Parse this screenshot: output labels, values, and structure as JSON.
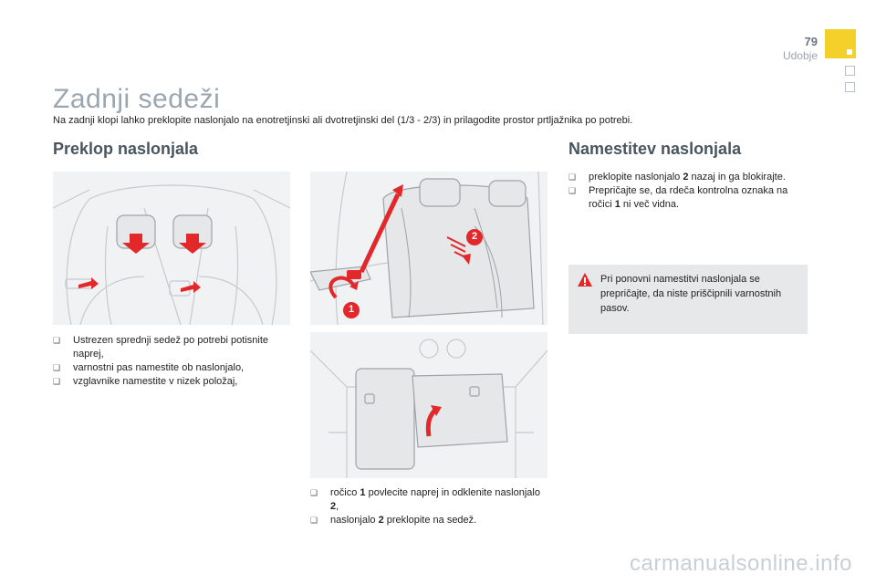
{
  "header": {
    "page_number": "79",
    "chapter": "Udobje"
  },
  "page_title": "Zadnji sedeži",
  "intro": "Na zadnji klopi lahko preklopite naslonjalo na enotretjinski ali dvotretjinski del (1/3 - 2/3) in prilagodite prostor prtljažnika po potrebi.",
  "left_section": {
    "heading": "Preklop naslonjala",
    "steps": [
      "Ustrezen sprednji sedež po potrebi potisnite naprej,",
      "varnostni pas namestite ob naslonjalo,",
      "vzglavnike namestite v nizek položaj,"
    ]
  },
  "middle_section": {
    "callout_1": "1",
    "callout_2": "2",
    "steps": [
      {
        "pre": "ročico ",
        "bold": "1",
        "mid": " povlecite naprej in odklenite naslonjalo ",
        "bold2": "2",
        "post": ","
      },
      {
        "pre": "naslonjalo ",
        "bold": "2",
        "mid": " preklopite na sedež.",
        "bold2": "",
        "post": ""
      }
    ]
  },
  "right_section": {
    "heading": "Namestitev naslonjala",
    "steps": [
      {
        "pre": "preklopite naslonjalo ",
        "bold": "2",
        "post": " nazaj in ga blokirajte."
      },
      {
        "pre": "Prepričajte se, da rdeča kontrolna oznaka na ročici ",
        "bold": "1",
        "post": " ni več vidna."
      }
    ],
    "note": "Pri ponovni namestitvi naslonjala se prepričajte, da niste priščipnili varnostnih pasov."
  },
  "watermark": "carmanualsonline.info",
  "colors": {
    "accent": "#f4d02a",
    "warning": "#e2282a",
    "arrow": "#e2282a"
  }
}
